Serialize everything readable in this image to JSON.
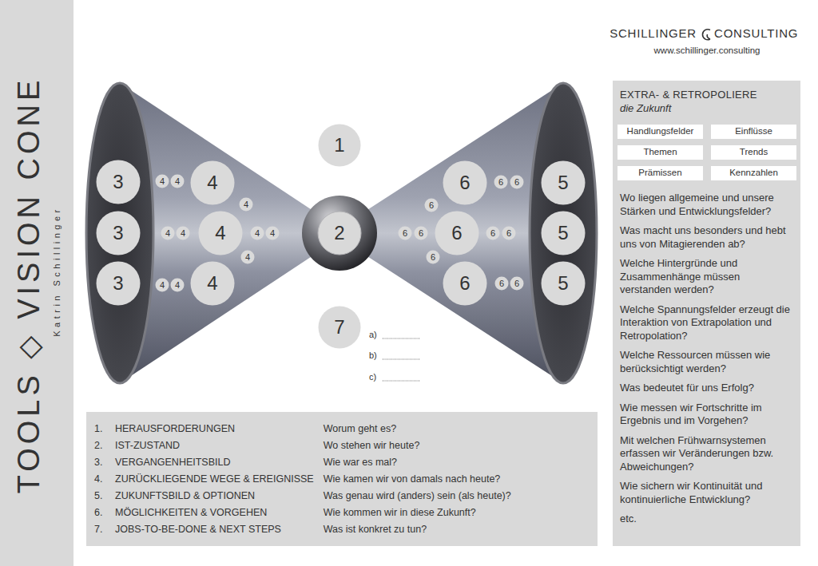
{
  "diagram": {
    "nodes": [
      {
        "text": [
          "TOOLS ◇ VISION CONE",
          "Katrin Schillinger"
        ]
      },
      {
        "text": [
          "1"
        ]
      },
      {
        "text": [
          "2"
        ]
      },
      {
        "text": [
          "3"
        ]
      },
      {
        "text": [
          "3"
        ]
      },
      {
        "text": [
          "3"
        ]
      },
      {
        "text": [
          "4"
        ]
      },
      {
        "text": [
          "4"
        ]
      },
      {
        "text": [
          "4"
        ]
      },
      {
        "text": [
          "4"
        ]
      },
      {
        "text": [
          "4"
        ]
      },
      {
        "text": [
          "4"
        ]
      },
      {
        "text": [
          "4"
        ]
      },
      {
        "text": [
          "4"
        ]
      },
      {
        "text": [
          "4"
        ]
      },
      {
        "text": [
          "4"
        ]
      },
      {
        "text": [
          "4"
        ]
      },
      {
        "text": [
          "4"
        ]
      },
      {
        "text": [
          "4"
        ]
      },
      {
        "text": [
          "6"
        ]
      },
      {
        "text": [
          "6"
        ]
      },
      {
        "text": [
          "6"
        ]
      },
      {
        "text": [
          "6"
        ]
      },
      {
        "text": [
          "6"
        ]
      },
      {
        "text": [
          "6"
        ]
      },
      {
        "text": [
          "6"
        ]
      },
      {
        "text": [
          "6"
        ]
      },
      {
        "text": [
          "6"
        ]
      },
      {
        "text": [
          "6"
        ]
      },
      {
        "text": [
          "6"
        ]
      },
      {
        "text": [
          "6"
        ]
      },
      {
        "text": [
          "6"
        ]
      },
      {
        "text": [
          "5"
        ]
      },
      {
        "text": [
          "5"
        ]
      },
      {
        "text": [
          "5"
        ]
      },
      {
        "text": [
          "7"
        ]
      },
      {
        "text": [
          "EXTRA- & RETROPOLIERE",
          "die Zukunft",
          "Wo liegen allgemeine und unsere Stärken und Entwicklungsfelder?",
          "Was macht uns besonders und hebt uns von Mitagierenden ab?",
          "Welche Hintergründe und Zusammenhänge müssen verstanden werden?",
          "Welche Spannungsfelder erzeugt die Interaktion von Extrapolation und Retropolation?",
          "Welche Ressourcen müssen wie berücksichtigt werden?",
          "Was bedeutet für uns Erfolg?",
          "Wie messen wir Fortschritte im Ergebnis und im Vorgehen?",
          "Mit welchen Frühwarnsystemen erfassen wir Veränderungen bzw. Abweichungen?",
          "Wie sichern wir Kontinuität und kontinuierliche Entwicklung?",
          "etc."
        ]
      },
      {
        "text": [
          "Handlungsfelder"
        ],
        "in": 36
      },
      {
        "text": [
          "Einflüsse"
        ],
        "in": 36
      },
      {
        "text": [
          "Themen"
        ],
        "in": 36
      },
      {
        "text": [
          "Trends"
        ],
        "in": 36
      },
      {
        "text": [
          "Prämissen"
        ],
        "in": 36
      },
      {
        "text": [
          "Kennzahlen"
        ],
        "in": 36
      },
      {
        "text": [
          "1.",
          "HERAUSFORDERUNGEN",
          "Worum geht es?",
          "2.",
          "IST-ZUSTAND",
          "Wo stehen wir heute?",
          "3.",
          "VERGANGENHEITSBILD",
          "Wie war es mal?",
          "4.",
          "ZURÜCKLIEGENDE WEGE & EREIGNISSE",
          "Wie kamen wir von damals nach heute?",
          "5.",
          "ZUKUNFTSBILD & OPTIONEN",
          "Was genau wird (anders) sein (als heute)?",
          "6.",
          "MÖGLICHKEITEN & VORGEHEN",
          "Wie kommen wir in diese Zukunft?",
          "7.",
          "JOBS-TO-BE-DONE & NEXT STEPS",
          "Was ist konkret zu tun?"
        ]
      }
    ],
    "labels": [
      "SCHILLINGER",
      "CONSULTING",
      "www.schillinger.consulting",
      "a)",
      "b)",
      "c)"
    ]
  }
}
